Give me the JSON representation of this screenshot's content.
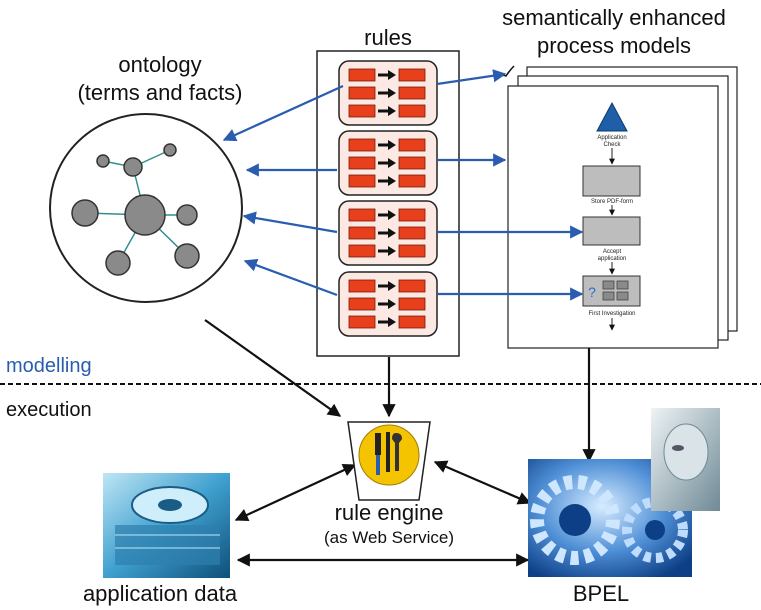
{
  "labels": {
    "ontology_line1": "ontology",
    "ontology_line2": "(terms and  facts)",
    "rules": "rules",
    "pm_line1": "semantically enhanced",
    "pm_line2": "process models",
    "modelling": "modelling",
    "execution": "execution",
    "rule_engine_line1": "rule engine",
    "rule_engine_line2": "(as Web Service)",
    "application_data": "application data",
    "bpel": "BPEL"
  },
  "process_model": {
    "step1": "Application",
    "step1b": "Check",
    "step2": "Store PDF-form",
    "step3": "Accept",
    "step3b": "application",
    "step4": "First Investigation",
    "question_mark": "?"
  },
  "colors": {
    "arrow_blue": "#2a5db0",
    "modelling_blue": "#2a5db0",
    "rule_red": "#e8401c",
    "rule_bg": "#fde9e3",
    "node_gray": "#8a8a8a",
    "edge_teal": "#2f8f8f",
    "triangle_blue": "#1f5fa8",
    "engine_yellow": "#f5c400"
  },
  "icons": {
    "rule_engine": "tools-icon",
    "application_data": "hard-disk-image",
    "bpel": "gears-image"
  }
}
